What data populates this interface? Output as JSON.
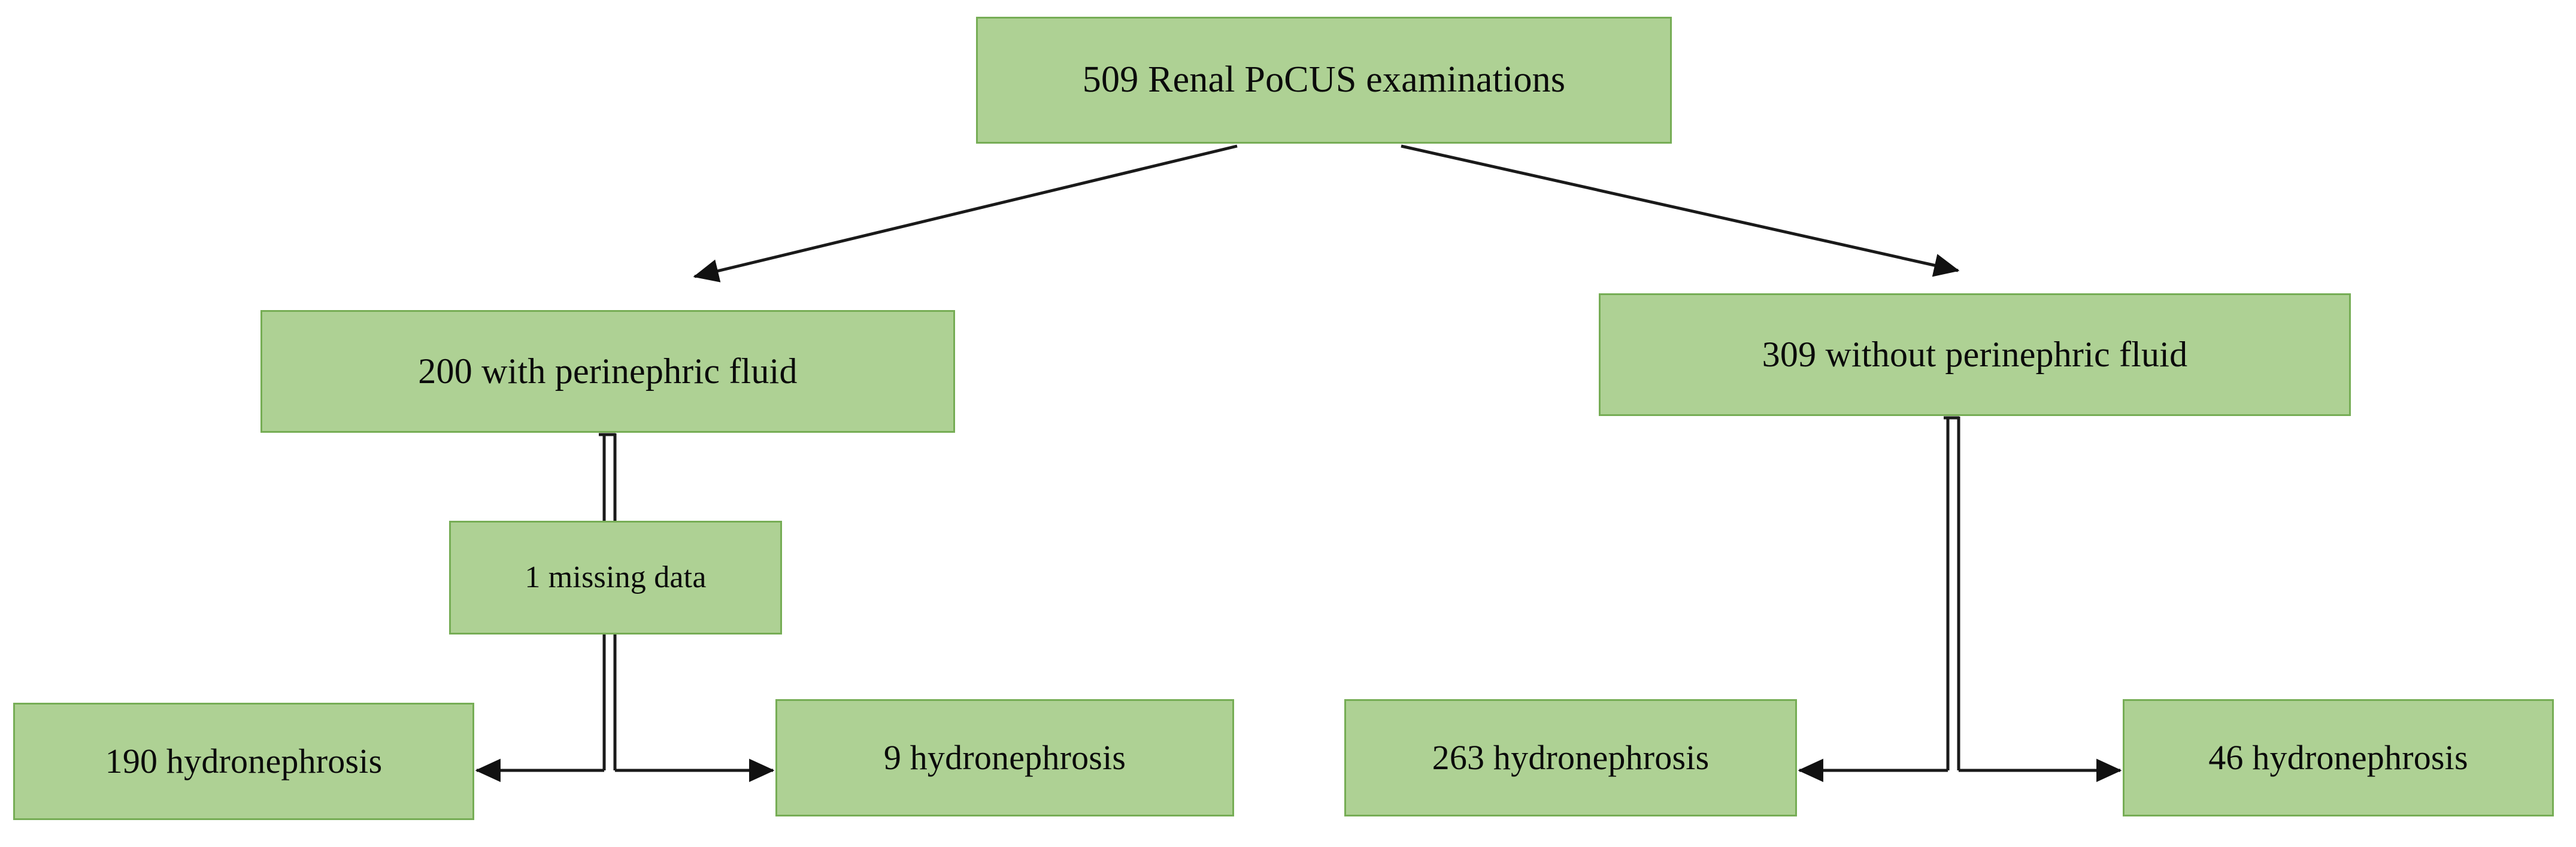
{
  "diagram": {
    "type": "flowchart",
    "orientation": "top-down",
    "background_color": "#ffffff",
    "node_fill_color": "#aed194",
    "node_border_color": "#76ad55",
    "connector_color": "#1a1a1a",
    "text_color": "#0b0b0b"
  },
  "nodes": {
    "root": {
      "label": "509 Renal PoCUS examinations",
      "count": 509
    },
    "with_fluid": {
      "label": "200 with perinephric fluid",
      "count": 200
    },
    "without_fluid": {
      "label": "309 without perinephric fluid",
      "count": 309
    },
    "missing_data": {
      "label": "1 missing data",
      "count": 1
    },
    "with_fluid_hydro": {
      "label": "190 hydronephrosis",
      "count": 190
    },
    "with_fluid_no_hydro": {
      "label": "9 hydronephrosis",
      "count": 9
    },
    "without_fluid_hydro": {
      "label": "263 hydronephrosis",
      "count": 263
    },
    "without_fluid_no_hydro": {
      "label": "46 hydronephrosis",
      "count": 46
    }
  },
  "edges": [
    {
      "name": "root-to-with-fluid",
      "from": "root",
      "to": "with_fluid",
      "style": "diagonal-arrow"
    },
    {
      "name": "root-to-without-fluid",
      "from": "root",
      "to": "without_fluid",
      "style": "diagonal-arrow"
    },
    {
      "name": "with-fluid-trunk",
      "from": "with_fluid",
      "to": "missing_data",
      "style": "double-vertical-line"
    },
    {
      "name": "with-fluid-split-left",
      "from": "with_fluid",
      "to": "with_fluid_hydro",
      "style": "elbow-arrow-left"
    },
    {
      "name": "with-fluid-split-right",
      "from": "with_fluid",
      "to": "with_fluid_no_hydro",
      "style": "elbow-arrow-right"
    },
    {
      "name": "without-fluid-split-left",
      "from": "without_fluid",
      "to": "without_fluid_hydro",
      "style": "elbow-arrow-left"
    },
    {
      "name": "without-fluid-split-right",
      "from": "without_fluid",
      "to": "without_fluid_no_hydro",
      "style": "elbow-arrow-right"
    }
  ]
}
